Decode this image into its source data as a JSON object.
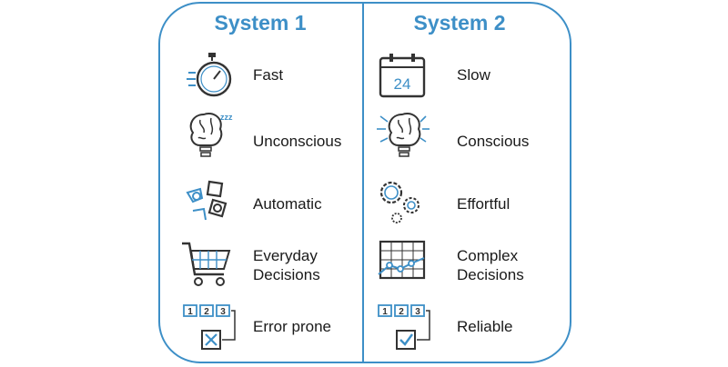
{
  "system1": {
    "title": "System 1",
    "items": [
      {
        "icon": "stopwatch-icon",
        "label": "Fast"
      },
      {
        "icon": "sleeping-brain-bulb-icon",
        "label": "Unconscious"
      },
      {
        "icon": "puzzle-pieces-icon",
        "label": "Automatic"
      },
      {
        "icon": "shopping-cart-icon",
        "label": "Everyday\nDecisions"
      },
      {
        "icon": "steps-cross-checkbox-icon",
        "label": "Error prone"
      }
    ]
  },
  "system2": {
    "title": "System 2",
    "items": [
      {
        "icon": "calendar-icon",
        "label": "Slow",
        "calendar_number": "24"
      },
      {
        "icon": "glowing-brain-bulb-icon",
        "label": "Conscious"
      },
      {
        "icon": "gears-icon",
        "label": "Effortful"
      },
      {
        "icon": "grid-chart-icon",
        "label": "Complex\nDecisions"
      },
      {
        "icon": "steps-check-checkbox-icon",
        "label": "Reliable"
      }
    ]
  },
  "step_numbers": [
    "1",
    "2",
    "3"
  ],
  "sleep_text": "zzz",
  "colors": {
    "accent": "#3d8fc7",
    "icon_dark": "#333333",
    "text": "#1a1a1a"
  }
}
